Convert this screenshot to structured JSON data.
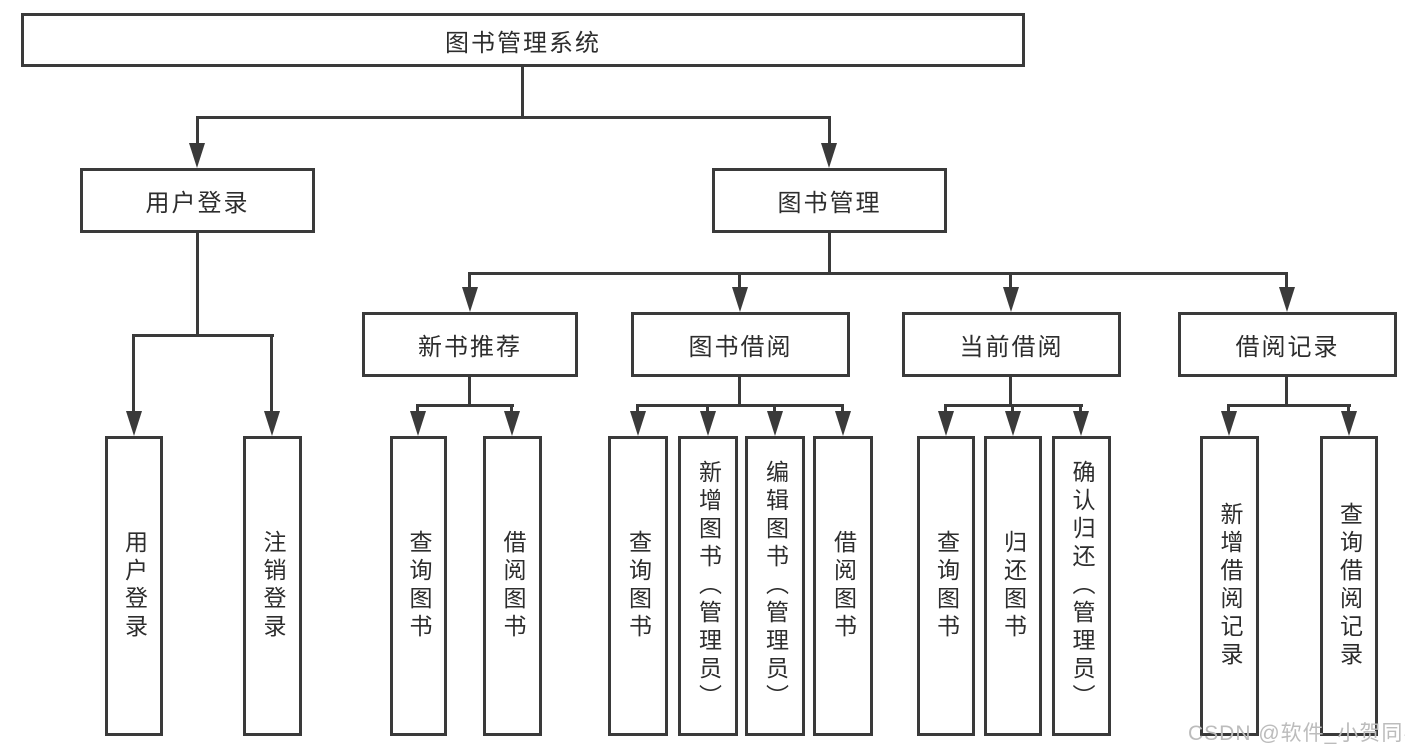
{
  "tree": {
    "root": {
      "label": "图书管理系统",
      "children": [
        {
          "label": "用户登录",
          "children": [
            {
              "label": "用户登录"
            },
            {
              "label": "注销登录"
            }
          ]
        },
        {
          "label": "图书管理",
          "children": [
            {
              "label": "新书推荐",
              "children": [
                {
                  "label": "查询图书"
                },
                {
                  "label": "借阅图书"
                }
              ]
            },
            {
              "label": "图书借阅",
              "children": [
                {
                  "label": "查询图书"
                },
                {
                  "label": "新增图书（管理员）"
                },
                {
                  "label": "编辑图书（管理员）"
                },
                {
                  "label": "借阅图书"
                }
              ]
            },
            {
              "label": "当前借阅",
              "children": [
                {
                  "label": "查询图书"
                },
                {
                  "label": "归还图书"
                },
                {
                  "label": "确认归还（管理员）"
                }
              ]
            },
            {
              "label": "借阅记录",
              "children": [
                {
                  "label": "新增借阅记录"
                },
                {
                  "label": "查询借阅记录"
                }
              ]
            }
          ]
        }
      ]
    }
  },
  "watermark": "CSDN @软件_小贺同学",
  "colors": {
    "background": "#ffffff",
    "box_fill": "#ffffff",
    "line": "#3a3a3a",
    "text": "#2d2d2d",
    "watermark": "#bcbcbc"
  }
}
